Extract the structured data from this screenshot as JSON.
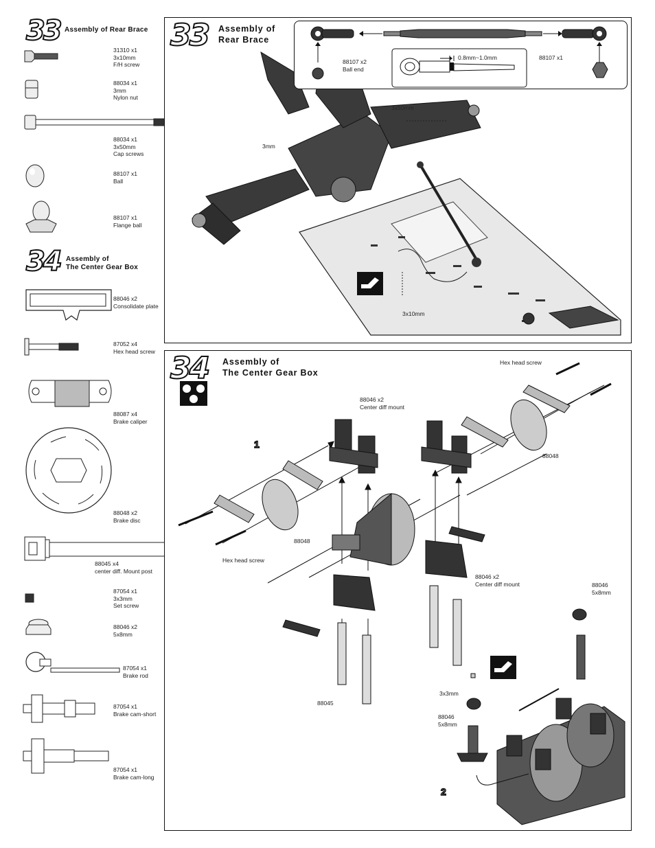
{
  "sidebar": {
    "step33": {
      "number": "33",
      "title": "Assembly of Rear Brace"
    },
    "step34": {
      "number": "34",
      "title_line1": "Assembly of",
      "title_line2": "The Center Gear Box"
    },
    "parts33": [
      {
        "code": "31310",
        "qty": "x1",
        "size": "3x10mm",
        "name": "F/H screw"
      },
      {
        "code": "88034",
        "qty": "x1",
        "size": "3mm",
        "name": "Nylon nut"
      },
      {
        "code": "88034",
        "qty": "x1",
        "size": "3x50mm",
        "name": "Cap screws"
      },
      {
        "code": "88107",
        "qty": "x1",
        "name": "Ball"
      },
      {
        "code": "88107",
        "qty": "x1",
        "name": "Flange ball"
      }
    ],
    "parts34": [
      {
        "code": "88046",
        "qty": "x2",
        "name": "Consolidate plate"
      },
      {
        "code": "87052",
        "qty": "x4",
        "name": "Hex head screw"
      },
      {
        "code": "88087",
        "qty": "x4",
        "name": "Brake caliper"
      },
      {
        "code": "88048",
        "qty": "x2",
        "name": "Brake disc"
      },
      {
        "code": "88045",
        "qty": "x4",
        "name": "center diff. Mount post"
      },
      {
        "code": "87054",
        "qty": "x1",
        "size": "3x3mm",
        "name": "Set screw"
      },
      {
        "code": "88046",
        "qty": "x2",
        "size": "5x8mm"
      },
      {
        "code": "87054",
        "qty": "x1",
        "name": "Brake rod"
      },
      {
        "code": "87054",
        "qty": "x1",
        "name": "Brake cam-short"
      },
      {
        "code": "87054",
        "qty": "x1",
        "name": "Brake cam-long"
      }
    ]
  },
  "panel33": {
    "number": "33",
    "title_line1": "Assembly of",
    "title_line2": "Rear Brace",
    "inset": {
      "left_code": "88107  x2",
      "left_name": "Ball end",
      "gap": "0.8mm~1.0mm",
      "right_code": "88107  x1"
    },
    "callouts": {
      "screw_50": "3x50mm",
      "nut_3": "3mm",
      "screw_10": "3x10mm"
    }
  },
  "panel34": {
    "number": "34",
    "title_line1": "Assembly of",
    "title_line2": "The Center Gear Box",
    "sub1": "1",
    "sub2": "2",
    "callouts": {
      "hex_top": "Hex head screw",
      "mount_top_code": "88046   x2",
      "mount_top_name": "Center diff mount",
      "disc_right": "88048",
      "disc_left": "88048",
      "hex_bottom": "Hex head screw",
      "mount_bottom_code": "88046   x2",
      "mount_bottom_name": "Center diff mount",
      "post": "88045",
      "bushing_top_code": "88046",
      "bushing_top_size": "5x8mm",
      "set_screw": "3x3mm",
      "bushing_bottom_code": "88046",
      "bushing_bottom_size": "5x8mm"
    }
  }
}
